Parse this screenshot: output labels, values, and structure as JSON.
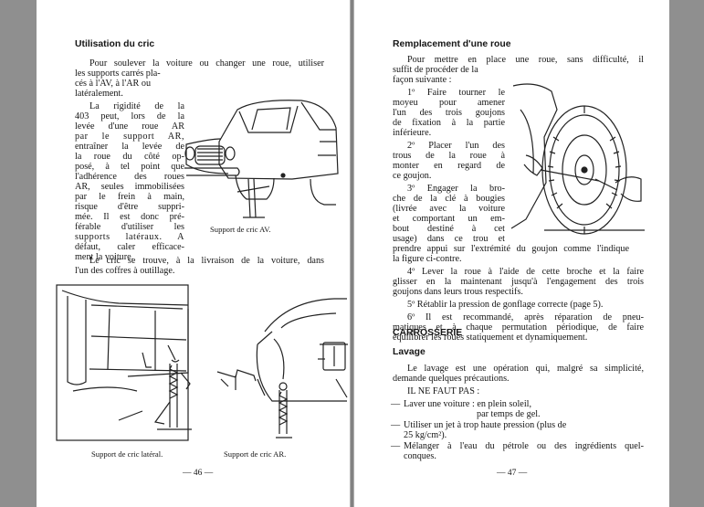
{
  "left": {
    "heading": "Utilisation du cric",
    "intro": [
      "Pour soulever la voiture ou changer une roue, utiliser",
      "les supports carrés pla-",
      "cés à l'AV, à l'AR ou",
      "latéralement."
    ],
    "para2": [
      "La rigidité de la",
      "403 peut, lors de la",
      "levée d'une roue AR",
      "par le support AR,",
      "entraîner la levée de",
      "la roue du côté op-",
      "posé, à tel point que",
      "l'adhérence des roues",
      "AR, seules immobilisées",
      "par le frein à main,",
      "risque d'être suppri-",
      "mée. Il est donc pré-",
      "férable d'utiliser les",
      "supports latéraux. A",
      "défaut, caler efficace-",
      "ment la voiture."
    ],
    "para3": [
      "Le cric se trouve, à la livraison de la voiture, dans",
      "l'un des coffres à outillage."
    ],
    "caption_av": "Support de cric AV.",
    "caption_lateral": "Support de cric latéral.",
    "caption_ar": "Support de cric AR.",
    "page_number": "— 46 —"
  },
  "right": {
    "heading": "Remplacement d'une roue",
    "intro": [
      "Pour mettre en place une roue, sans difficulté, il",
      "suffit de procéder de la",
      "façon suivante :"
    ],
    "step1": [
      "1º Faire tourner le",
      "moyeu pour amener",
      "l'un des trois goujons",
      "de fixation à la partie",
      "inférieure."
    ],
    "step2": [
      "2º Placer l'un des",
      "trous de la roue à",
      "monter en regard de",
      "ce goujon."
    ],
    "step3": [
      "3º Engager la bro-",
      "che de la clé à bougies",
      "(livrée avec la voiture",
      "et comportant un em-",
      "bout destiné à cet",
      "usage) dans ce trou et",
      "prendre appui sur l'extrémité du goujon comme l'indique",
      "la figure ci-contre."
    ],
    "step4": [
      "4º Lever la roue à l'aide de cette broche et la faire",
      "glisser en la maintenant jusqu'à l'engagement des trois",
      "goujons dans leurs trous respectifs."
    ],
    "step5": [
      "5º Rétablir la pression de gonflage correcte (page 5)."
    ],
    "step6": [
      "6º Il est recommandé, après réparation de pneu-",
      "matiques et à chaque permutation périodique, de faire",
      "équilibrer les roues statiquement et dynamiquement."
    ],
    "section": "CARROSSERIE",
    "subheading": "Lavage",
    "lavage": [
      "Le lavage est une opération qui, malgré sa simplicité,",
      "demande quelques précautions."
    ],
    "il_ne_faut": "IL NE FAUT PAS :",
    "items": [
      [
        "Laver une voiture : en plein soleil,",
        "par temps de gel."
      ],
      [
        "Utiliser un jet à trop haute pression (plus de",
        "25 kg/cm²)."
      ],
      [
        "Mélanger à l'eau du pétrole ou des ingrédients quel-",
        "conques."
      ]
    ],
    "dash": "—",
    "page_number": "— 47 —"
  }
}
